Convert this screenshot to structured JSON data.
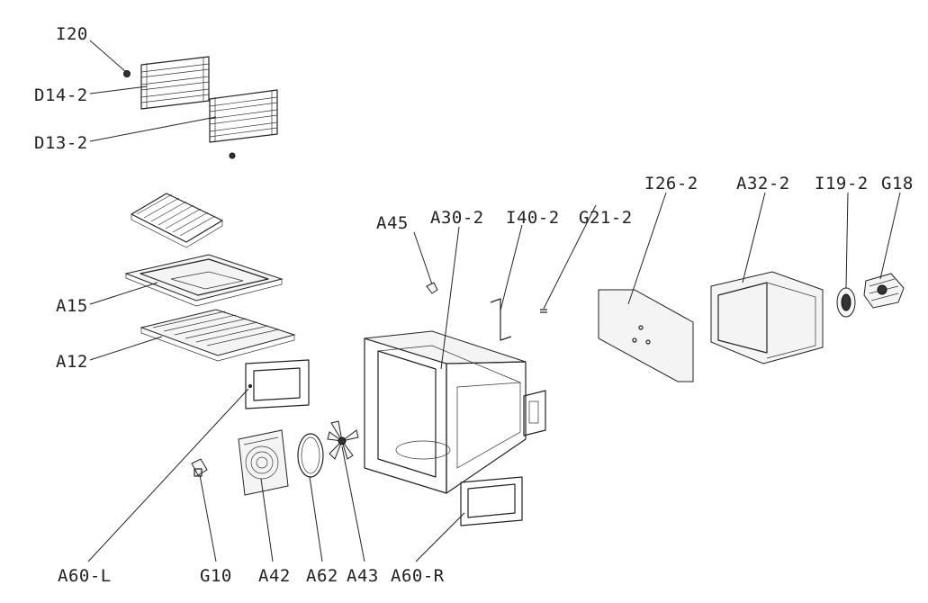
{
  "diagram": {
    "callouts": {
      "I20": "I20",
      "D14_2": "D14-2",
      "D13_2": "D13-2",
      "A15": "A15",
      "A12": "A12",
      "A45": "A45",
      "A30_2": "A30-2",
      "I40_2": "I40-2",
      "G21_2": "G21-2",
      "I26_2": "I26-2",
      "A32_2": "A32-2",
      "I19_2": "I19-2",
      "G18": "G18",
      "A60_L": "A60-L",
      "G10": "G10",
      "A42": "A42",
      "A62": "A62",
      "A43": "A43",
      "A60_R": "A60-R"
    }
  }
}
